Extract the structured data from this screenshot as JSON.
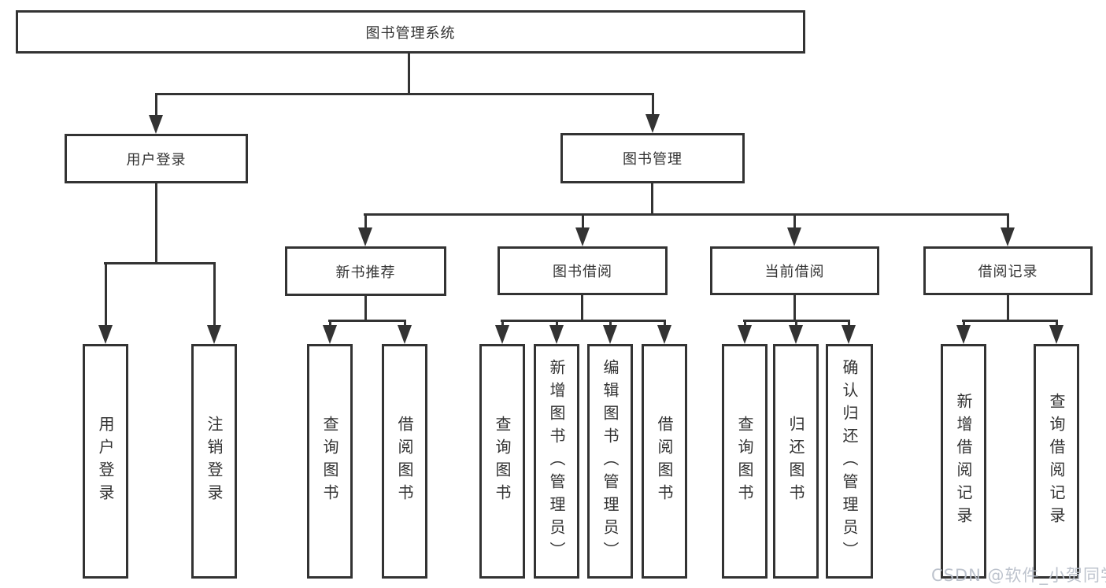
{
  "diagram": {
    "title": "图书管理系统",
    "watermark": "CSDN @软件_小贺同学",
    "colors": {
      "line": "#333333",
      "text": "#333333",
      "box_background": "#ffffff",
      "watermark": "#b9c0ca"
    },
    "nodes": {
      "root": {
        "label": "图书管理系统"
      },
      "l2": [
        {
          "label": "用户登录"
        },
        {
          "label": "图书管理"
        }
      ],
      "l3": [
        {
          "label": "新书推荐"
        },
        {
          "label": "图书借阅"
        },
        {
          "label": "当前借阅"
        },
        {
          "label": "借阅记录"
        }
      ],
      "l4": [
        {
          "label": "用户登录"
        },
        {
          "label": "注销登录"
        },
        {
          "label": "查询图书"
        },
        {
          "label": "借阅图书"
        },
        {
          "label": "查询图书"
        },
        {
          "label": "新增图书（管理员）"
        },
        {
          "label": "编辑图书（管理员）"
        },
        {
          "label": "借阅图书"
        },
        {
          "label": "查询图书"
        },
        {
          "label": "归还图书"
        },
        {
          "label": "确认归还（管理员）"
        },
        {
          "label": "新增借阅记录"
        },
        {
          "label": "查询借阅记录"
        }
      ]
    },
    "edges": [
      "图书管理系统→用户登录",
      "图书管理系统→图书管理",
      "用户登录→用户登录",
      "用户登录→注销登录",
      "图书管理→新书推荐",
      "图书管理→图书借阅",
      "图书管理→当前借阅",
      "图书管理→借阅记录",
      "新书推荐→查询图书",
      "新书推荐→借阅图书",
      "图书借阅→查询图书",
      "图书借阅→新增图书（管理员）",
      "图书借阅→编辑图书（管理员）",
      "图书借阅→借阅图书",
      "当前借阅→查询图书",
      "当前借阅→归还图书",
      "当前借阅→确认归还（管理员）",
      "借阅记录→新增借阅记录",
      "借阅记录→查询借阅记录"
    ]
  }
}
